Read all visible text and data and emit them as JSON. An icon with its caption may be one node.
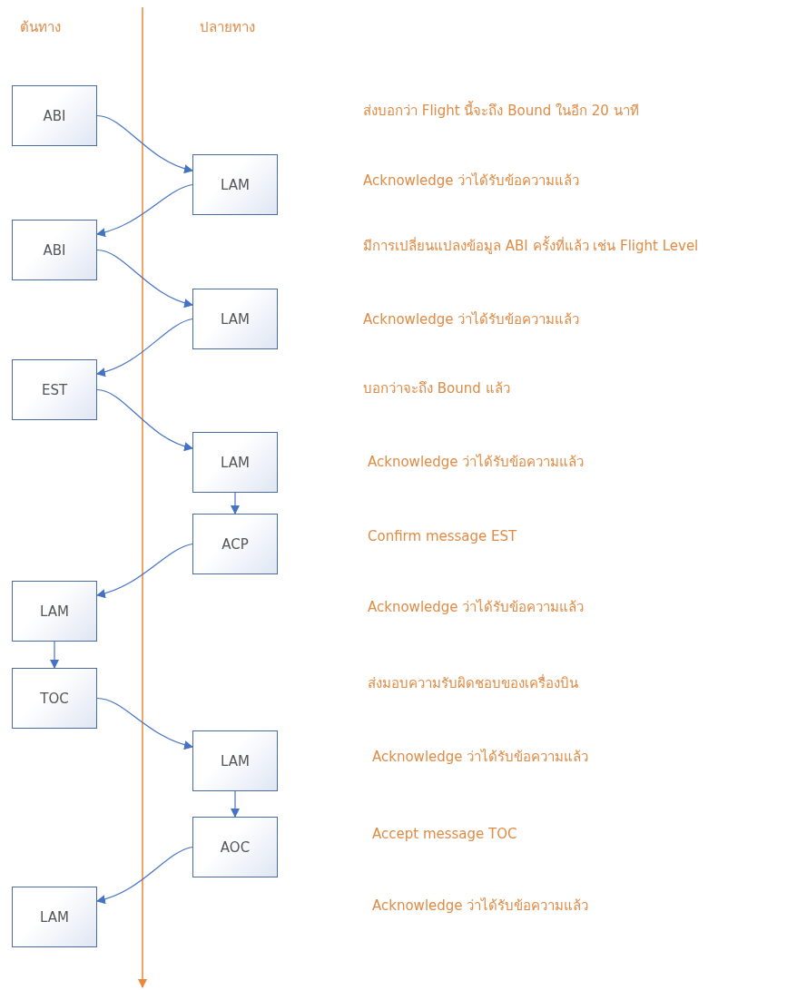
{
  "diagram": {
    "nodes": [
      {
        "text": [
          "ABI"
        ]
      },
      {
        "text": [
          "LAM"
        ]
      },
      {
        "text": [
          "ABI"
        ]
      },
      {
        "text": [
          "LAM"
        ]
      },
      {
        "text": [
          "EST"
        ]
      },
      {
        "text": [
          "LAM"
        ]
      },
      {
        "text": [
          "ACP"
        ]
      },
      {
        "text": [
          "LAM"
        ]
      },
      {
        "text": [
          "TOC"
        ]
      },
      {
        "text": [
          "LAM"
        ]
      },
      {
        "text": [
          "AOC"
        ]
      },
      {
        "text": [
          "LAM"
        ]
      }
    ],
    "edges": [
      {
        "from": 0,
        "to": 1,
        "arrow": "to"
      },
      {
        "from": 1,
        "to": 2,
        "arrow": "to"
      },
      {
        "from": 2,
        "to": 3,
        "arrow": "to"
      },
      {
        "from": 3,
        "to": 4,
        "arrow": "to"
      },
      {
        "from": 4,
        "to": 5,
        "arrow": "to"
      },
      {
        "from": 5,
        "to": 6,
        "arrow": "to"
      },
      {
        "from": 6,
        "to": 7,
        "arrow": "to"
      },
      {
        "from": 7,
        "to": 8,
        "arrow": "to"
      },
      {
        "from": 8,
        "to": 9,
        "arrow": "to"
      },
      {
        "from": 9,
        "to": 10,
        "arrow": "to"
      },
      {
        "from": 10,
        "to": 11,
        "arrow": "to"
      }
    ],
    "labels": [
      "ต้นทาง",
      "ปลายทาง",
      "ส่งบอกว่า Flight นี้จะถึง Bound ในอีก 20 นาที",
      "Acknowledge ว่าได้รับข้อความแล้ว",
      "มีการเปลี่ยนแปลงข้อมูล ABI ครั้งที่แล้ว เช่น Flight Level",
      "Acknowledge ว่าได้รับข้อความแล้ว",
      "บอกว่าจะถึง Bound แล้ว",
      "Acknowledge ว่าได้รับข้อความแล้ว",
      "Confirm message EST",
      "Acknowledge ว่าได้รับข้อความแล้ว",
      "ส่งมอบความรับผิดชอบของเครื่องบิน",
      "Acknowledge ว่าได้รับข้อความแล้ว",
      "Accept message TOC",
      "Acknowledge ว่าได้รับข้อความแล้ว"
    ]
  }
}
